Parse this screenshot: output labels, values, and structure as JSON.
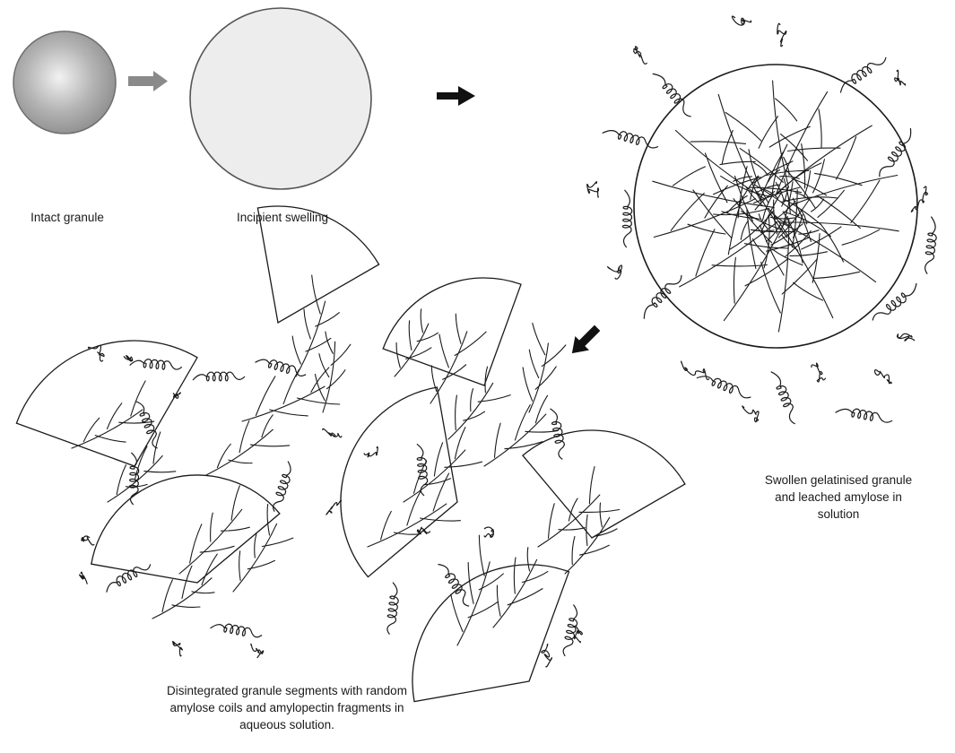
{
  "stages": [
    {
      "id": "intact",
      "label": [
        "Intact granule"
      ]
    },
    {
      "id": "incipient",
      "label": [
        "Incipient swelling"
      ]
    },
    {
      "id": "swollen",
      "label": [
        "Swollen gelatinised granule",
        "and leached amylose in",
        "solution"
      ]
    },
    {
      "id": "disintegrated",
      "label": [
        "Disintegrated granule segments with random",
        "amylose coils and amylopectin fragments in",
        "aqueous solution."
      ]
    }
  ],
  "colors": {
    "line": "#1a1a1a",
    "granule_light": "#f2f2f2",
    "granule_dark": "#8c8c8c",
    "swelling_fill": "#ededed",
    "grey_arrow": "#8a8a8a",
    "black_arrow": "#111111"
  }
}
